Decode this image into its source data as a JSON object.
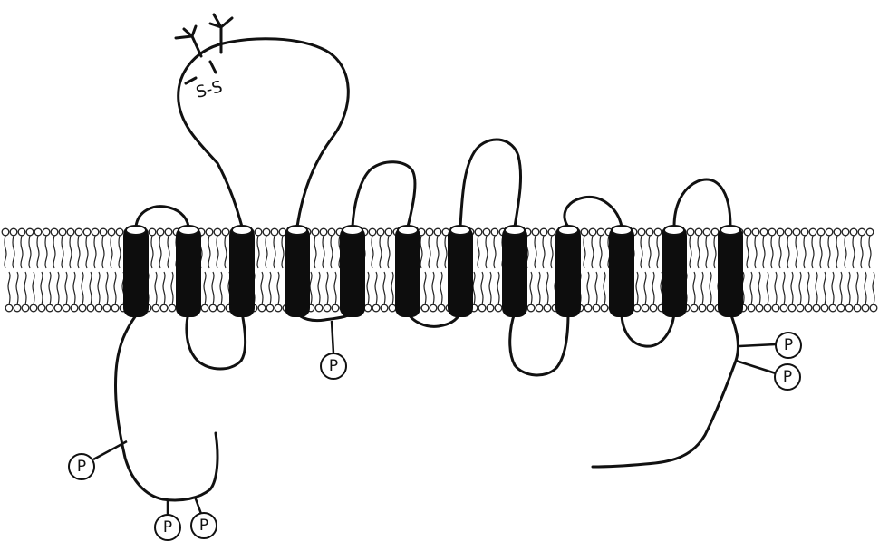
{
  "diagram": {
    "transmembrane_segment_count": 12,
    "phosphorylation_label": "P",
    "disulfide_label": "S-S",
    "phosphorylation_site_count": 6,
    "glycosylation_site_count": 2,
    "colors": {
      "ink": "#111111",
      "background": "#ffffff",
      "helix": "#0d0d0d"
    }
  }
}
